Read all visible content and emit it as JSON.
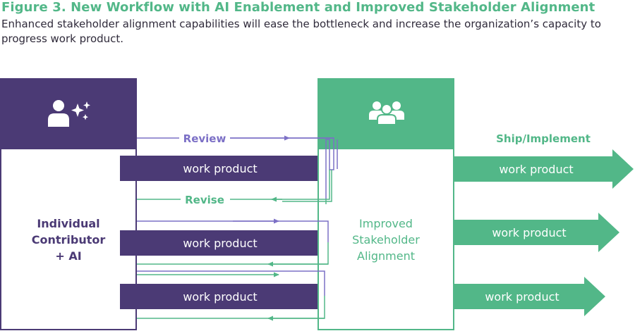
{
  "figure": {
    "title": "Figure 3. New Workflow with AI Enablement and Improved Stakeholder Alignment",
    "subtitle": "Enhanced stakeholder alignment capabilities will ease the bottleneck and increase the organization’s capacity to progress work product."
  },
  "contributor": {
    "icon": "person-sparkle-icon",
    "label_lines": [
      "Individual",
      "Contributor",
      "+ AI"
    ]
  },
  "stakeholder": {
    "icon": "group-icon",
    "label_lines": [
      "Improved",
      "Stakeholder",
      "Alignment"
    ]
  },
  "flow": {
    "review_label": "Review",
    "revise_label": "Revise",
    "ship_label": "Ship/Implement"
  },
  "work_items": [
    "work product",
    "work product",
    "work product"
  ],
  "ship_items": [
    "work product",
    "work product",
    "work product"
  ],
  "colors": {
    "purple": "#4b3a75",
    "green": "#52b788",
    "review_line": "#7c70c6",
    "revise_line": "#52b788",
    "text_dark": "#2f2a3a"
  }
}
